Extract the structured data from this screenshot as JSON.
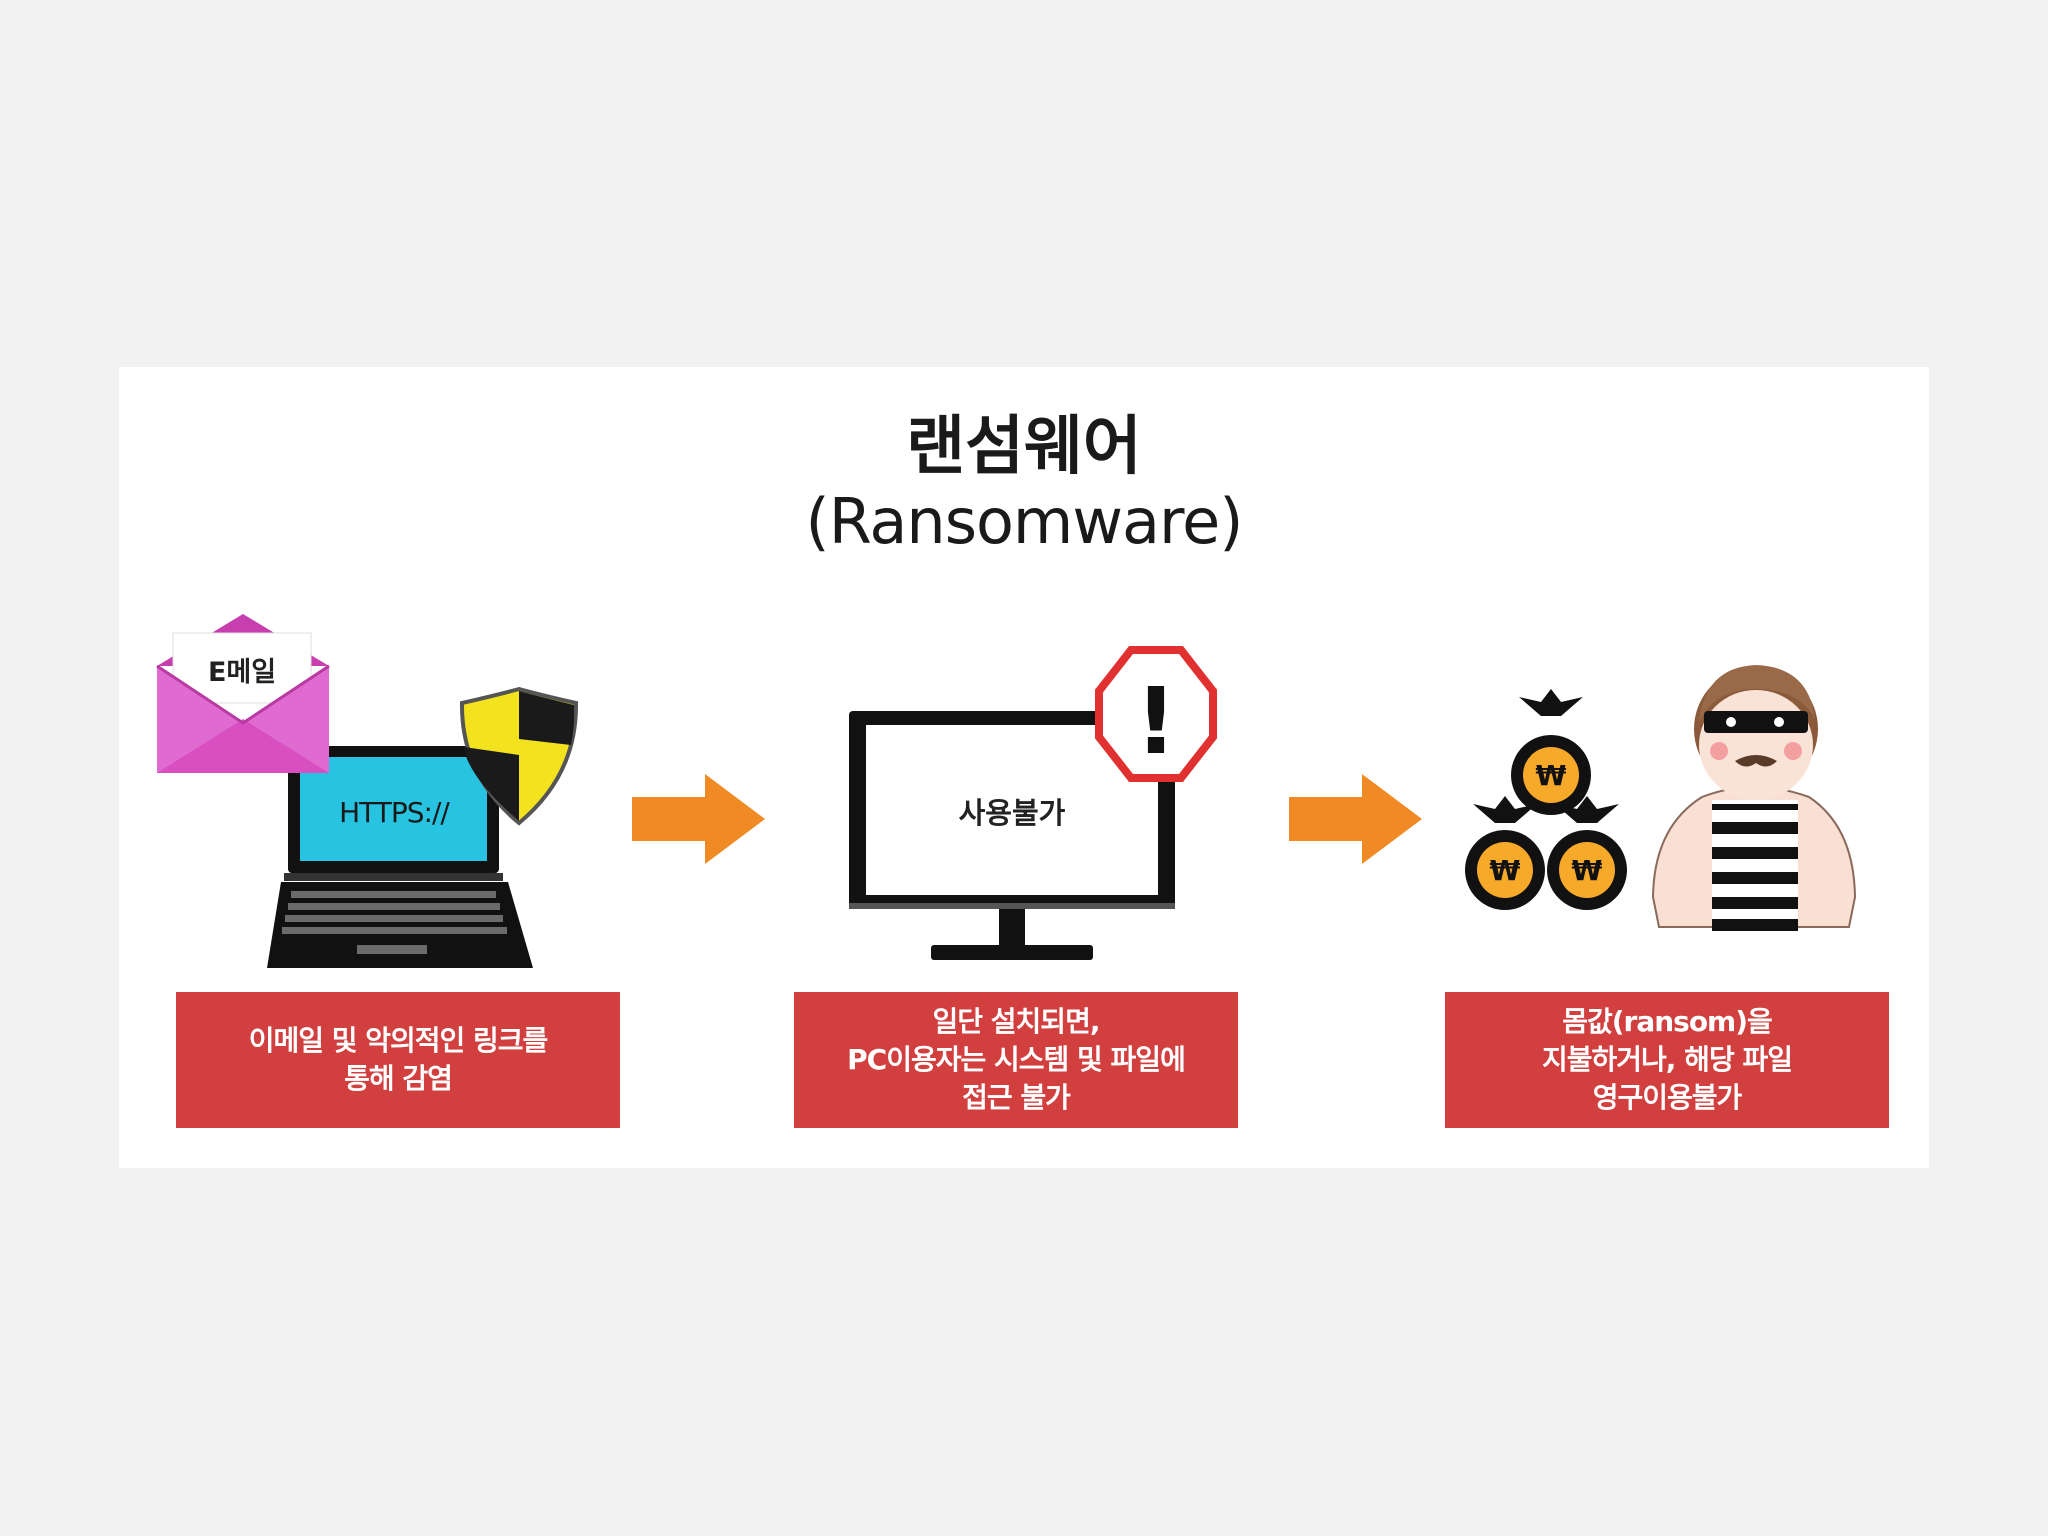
{
  "title": {
    "korean": "랜섬웨어",
    "english": "(Ransomware)"
  },
  "steps": [
    {
      "icon_label": "E메일",
      "screen_text": "HTTPS://",
      "caption_lines": [
        "이메일 및 악의적인 링크를",
        "통해 감염"
      ]
    },
    {
      "screen_text": "사용불가",
      "warning_symbol": "!",
      "caption_lines": [
        "일단 설치되면,",
        "PC이용자는 시스템 및 파일에",
        "접근 불가"
      ]
    },
    {
      "bag_symbol": "₩",
      "caption_lines": [
        "몸값(ransom)을",
        "지불하거나, 해당 파일",
        "영구이용불가"
      ]
    }
  ],
  "colors": {
    "background": "#f2f2f2",
    "panel": "#ffffff",
    "caption_box": "#d23f3f",
    "arrow": "#ef8a25",
    "envelope": "#d84fc1",
    "envelope_light": "#e872d4",
    "screen": "#27c3e0",
    "shield_yellow": "#f3e21e",
    "warning_red": "#e03030",
    "money_bag": "#f7a92a"
  },
  "icons": [
    "envelope-icon",
    "laptop-icon",
    "shield-icon",
    "arrow-right-icon",
    "monitor-icon",
    "warning-icon",
    "money-bag-icon",
    "thief-icon"
  ]
}
